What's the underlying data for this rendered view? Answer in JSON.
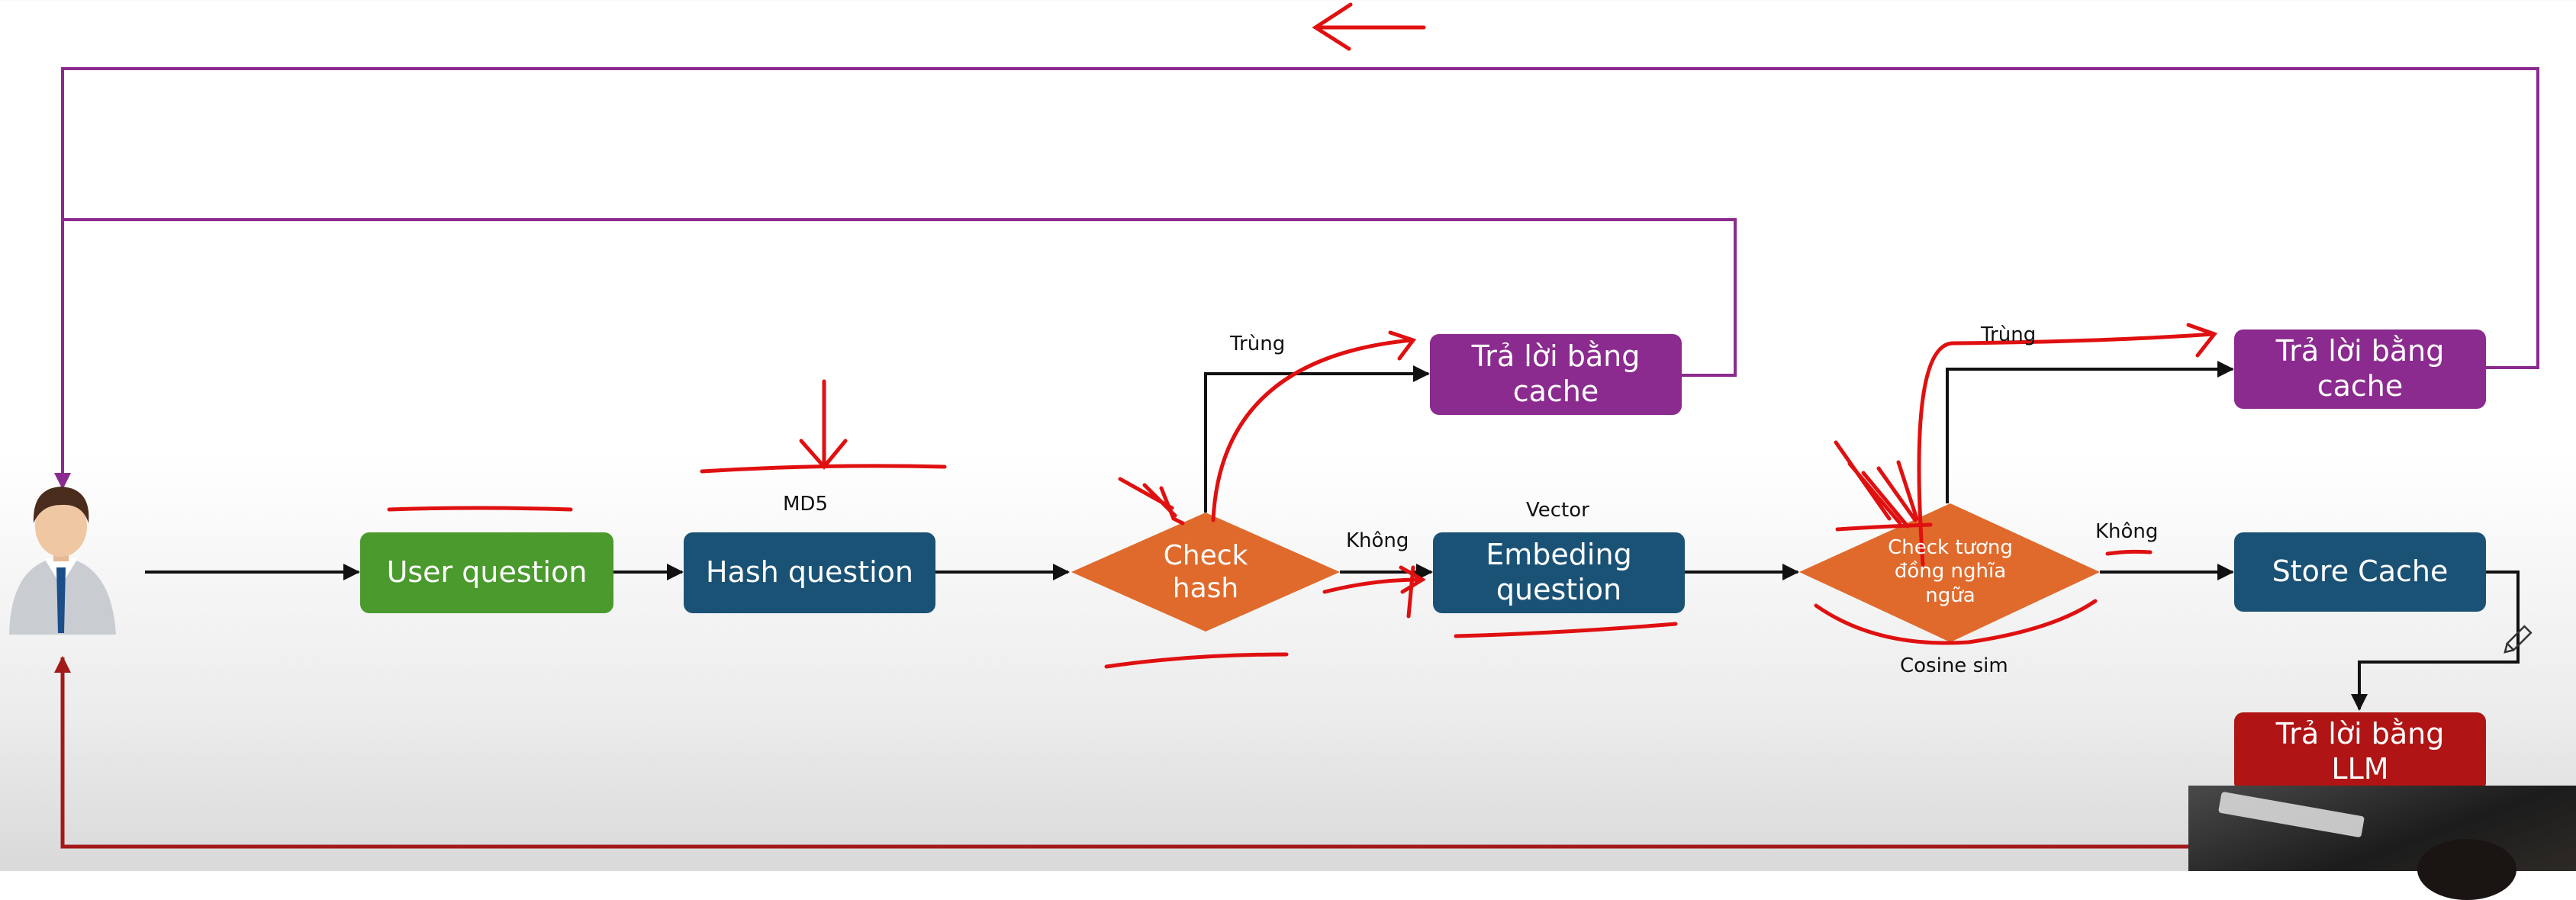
{
  "colors": {
    "user_question": "#4a9a2e",
    "process": "#1a5276",
    "decision": "#e06a2c",
    "cache_answer": "#8b2a8f",
    "llm_answer": "#b01414",
    "ink": "#e01010",
    "purple_line": "#8b2a8f",
    "red_line": "#a31a1a"
  },
  "nodes": {
    "user_question": "User question",
    "hash_question": "Hash question",
    "check_hash": "Check hash",
    "embedding_question": "Embeding question",
    "check_similarity": "Check tương đồng nghĩa ngữa",
    "cache_answer_1": "Trả lời bằng cache",
    "cache_answer_2": "Trả lời bằng cache",
    "store_cache": "Store Cache",
    "llm_answer": "Trả lời bằng LLM"
  },
  "edge_labels": {
    "md5": "MD5",
    "vector": "Vector",
    "hit_1": "Trùng",
    "miss_1": "Không",
    "hit_2": "Trùng",
    "miss_2": "Không",
    "cosine": "Cosine sim"
  },
  "icons": {
    "user": "user-avatar-icon",
    "edit": "pencil-icon",
    "annotation_arrow": "left-arrow-icon"
  }
}
